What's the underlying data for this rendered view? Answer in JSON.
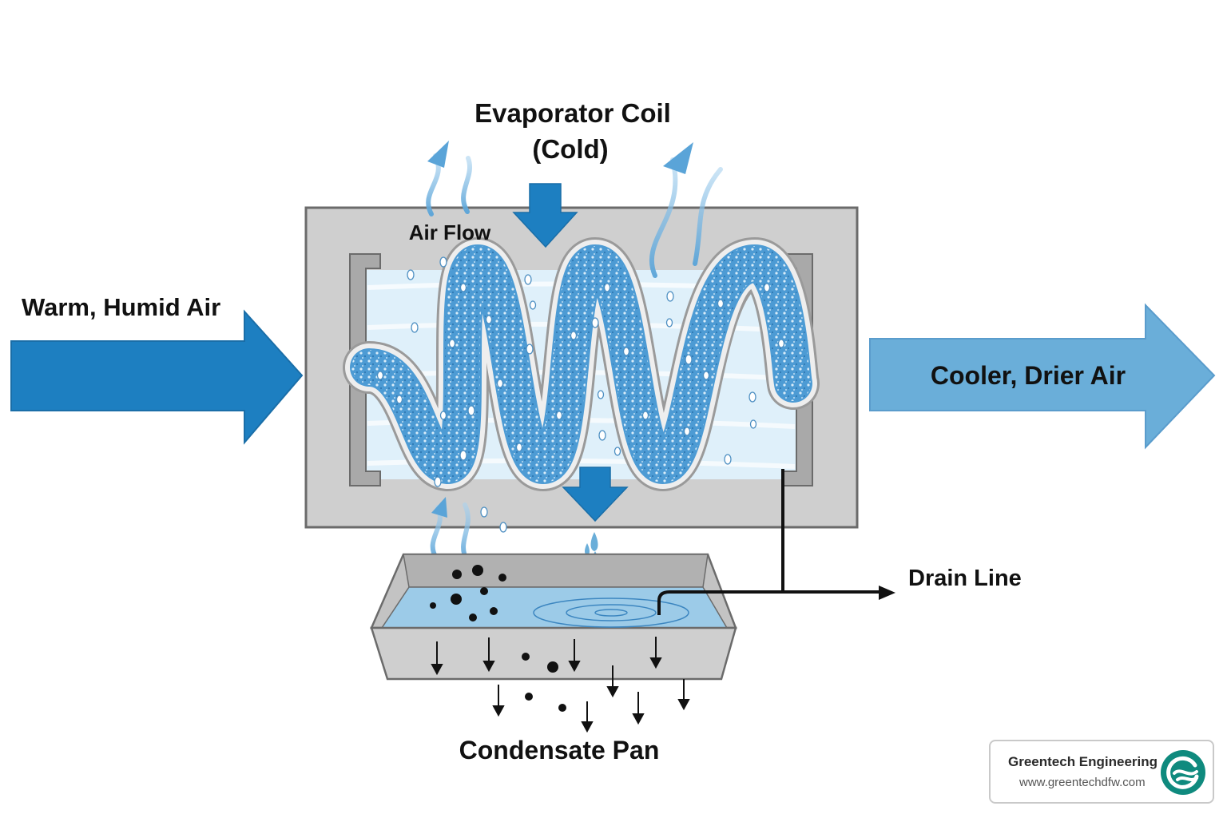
{
  "labels": {
    "coil_title_line1": "Evaporator Coil",
    "coil_title_line2": "(Cold)",
    "air_flow": "Air Flow",
    "input_air": "Warm, Humid Air",
    "output_air": "Cooler, Drier Air",
    "drain_line": "Drain Line",
    "condensate_pan": "Condensate Pan"
  },
  "brand": {
    "name": "Greentech Engineering",
    "url": "www.greentechdfw.com"
  },
  "colors": {
    "input_arrow": "#1d7fc1",
    "output_arrow": "#6aaed9",
    "down_arrow": "#1d7fc1",
    "housing": "#cfcfcf",
    "coil_fill": "#4d9bd4",
    "water": "#9ccbe8",
    "logo": "#0f8a7e"
  }
}
